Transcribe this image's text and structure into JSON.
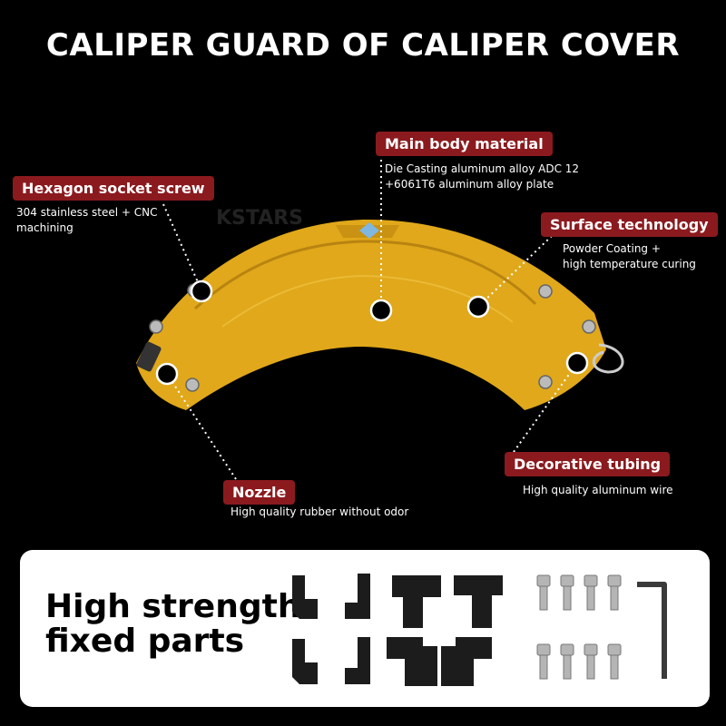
{
  "title": "CALIPER GUARD OF CALIPER COVER",
  "watermark": "KSTARS",
  "features": {
    "hexagon": {
      "label": "Hexagon socket screw",
      "desc": [
        "304 stainless steel + CNC",
        "machining"
      ]
    },
    "main_body": {
      "label": "Main body material",
      "desc": [
        "Die Casting aluminum alloy ADC 12",
        "+6061T6 aluminum alloy plate"
      ]
    },
    "surface": {
      "label": "Surface technology",
      "desc": [
        "Powder Coating +",
        "high temperature curing"
      ]
    },
    "nozzle": {
      "label": "Nozzle",
      "desc": [
        "High quality rubber without odor"
      ]
    },
    "tubing": {
      "label": "Decorative tubing",
      "desc": [
        "High quality aluminum wire"
      ]
    }
  },
  "parts_panel": {
    "title_line1": "High strength",
    "title_line2": "fixed parts"
  },
  "colors": {
    "accent": "#8b1a1e",
    "caliper": "#e0a81a",
    "background": "#000000"
  }
}
